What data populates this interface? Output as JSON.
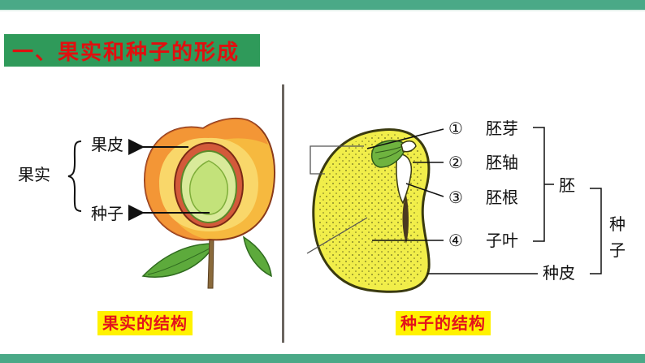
{
  "title": "一、果实和种子的形成",
  "fruit": {
    "group_label": "果实",
    "parts": [
      "果皮",
      "种子"
    ],
    "caption": "果实的结构"
  },
  "seed": {
    "numbered_parts": [
      {
        "num": "①",
        "name": "胚芽"
      },
      {
        "num": "②",
        "name": "胚轴"
      },
      {
        "num": "③",
        "name": "胚根"
      },
      {
        "num": "④",
        "name": "子叶"
      }
    ],
    "embryo_label": "胚",
    "coat_label": "种皮",
    "seed_label_top": "种",
    "seed_label_bottom": "子",
    "caption": "种子的结构"
  },
  "colors": {
    "header_bar": "#4aa987",
    "title_bg": "#2f9a5a",
    "title_text": "#e10f0f",
    "caption_bg": "#fff200",
    "caption_text": "#e4131b"
  }
}
